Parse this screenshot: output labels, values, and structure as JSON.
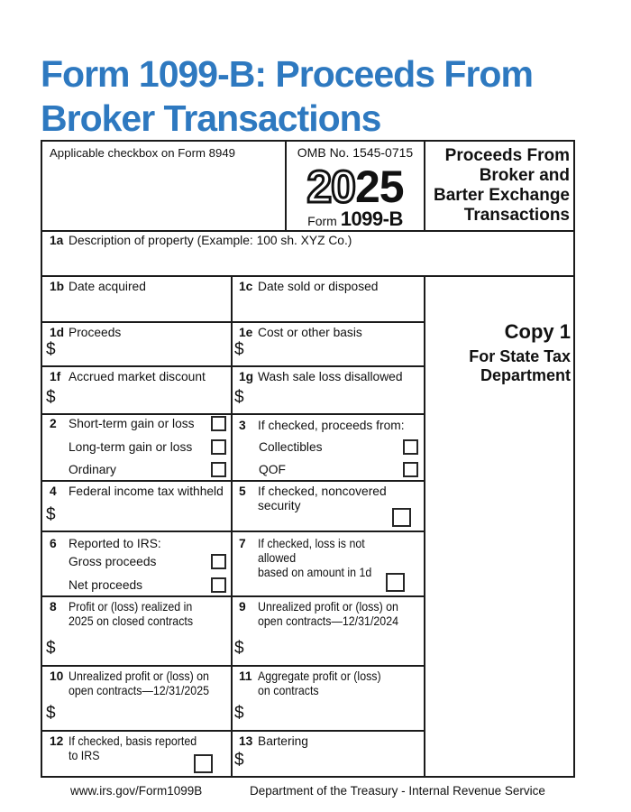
{
  "title": "Form 1099-B: Proceeds From Broker Transactions",
  "colors": {
    "title_blue": "#2e79c0",
    "line_black": "#1b1b1b"
  },
  "header": {
    "applicable_checkbox": "Applicable checkbox on Form 8949",
    "omb": "OMB No. 1545-0715",
    "year_outline": "20",
    "year_bold": "25",
    "form_word": "Form",
    "form_number": "1099-B",
    "form_title_lines": [
      "Proceeds From",
      "Broker and",
      "Barter Exchange",
      "Transactions"
    ]
  },
  "copy_block": {
    "copy": "Copy 1",
    "recipient_lines": [
      "For State Tax",
      "Department"
    ]
  },
  "currency": "$",
  "boxes": {
    "1a": {
      "num": "1a",
      "label": "Description of property (Example: 100 sh. XYZ Co.)"
    },
    "1b": {
      "num": "1b",
      "label": "Date acquired"
    },
    "1c": {
      "num": "1c",
      "label": "Date sold or disposed"
    },
    "1d": {
      "num": "1d",
      "label": "Proceeds"
    },
    "1e": {
      "num": "1e",
      "label": "Cost or other basis"
    },
    "1f": {
      "num": "1f",
      "label": "Accrued market discount"
    },
    "1g": {
      "num": "1g",
      "label": "Wash sale loss disallowed"
    },
    "2": {
      "num": "2",
      "items": [
        "Short-term gain or loss",
        "Long-term gain or loss",
        "Ordinary"
      ]
    },
    "3": {
      "num": "3",
      "label": "If checked, proceeds from:",
      "items": [
        "Collectibles",
        "QOF"
      ]
    },
    "4": {
      "num": "4",
      "label": "Federal income tax withheld"
    },
    "5": {
      "num": "5",
      "label": "If checked, noncovered\nsecurity"
    },
    "6": {
      "num": "6",
      "label": "Reported to IRS:",
      "items": [
        "Gross proceeds",
        "Net proceeds"
      ]
    },
    "7": {
      "num": "7",
      "label": "If checked, loss is not allowed\nbased on amount in 1d"
    },
    "8": {
      "num": "8",
      "label": "Profit or (loss) realized in\n2025 on closed contracts"
    },
    "9": {
      "num": "9",
      "label": "Unrealized profit or (loss) on\nopen contracts—12/31/2024"
    },
    "10": {
      "num": "10",
      "label": "Unrealized profit or (loss) on\nopen contracts—12/31/2025"
    },
    "11": {
      "num": "11",
      "label": "Aggregate profit or (loss)\non contracts"
    },
    "12": {
      "num": "12",
      "label": "If checked, basis reported\nto IRS"
    },
    "13": {
      "num": "13",
      "label": "Bartering"
    }
  },
  "footer": {
    "url": "www.irs.gov/Form1099B",
    "agency": "Department of the Treasury - Internal Revenue Service"
  }
}
